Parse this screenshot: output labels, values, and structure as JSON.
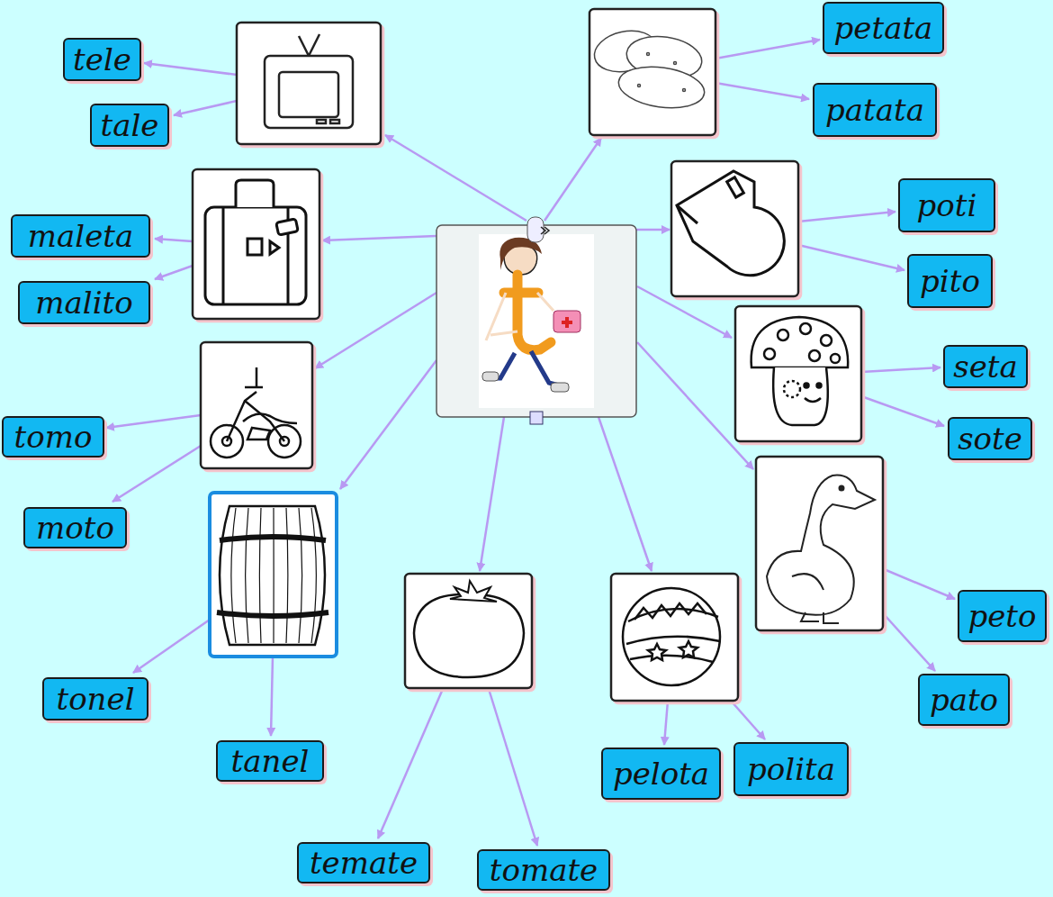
{
  "diagram": {
    "nodes": [
      {
        "text": [
          "tele"
        ]
      },
      {
        "text": [
          "tale"
        ]
      },
      {
        "text": [
          "petata"
        ]
      },
      {
        "text": [
          "patata"
        ]
      },
      {
        "text": [
          "poti"
        ]
      },
      {
        "text": [
          "pito"
        ]
      },
      {
        "text": [
          "maleta"
        ]
      },
      {
        "text": [
          "malito"
        ]
      },
      {
        "text": [
          "seta"
        ]
      },
      {
        "text": [
          "sote"
        ]
      },
      {
        "text": [
          "tomo"
        ]
      },
      {
        "text": [
          "moto"
        ]
      },
      {
        "text": [
          "peto"
        ]
      },
      {
        "text": [
          "pato"
        ]
      },
      {
        "text": [
          "tonel"
        ]
      },
      {
        "text": [
          "tanel"
        ]
      },
      {
        "text": [
          "pelota"
        ]
      },
      {
        "text": [
          "polita"
        ]
      },
      {
        "text": [
          "temate"
        ]
      },
      {
        "text": [
          "tomate"
        ]
      }
    ]
  }
}
